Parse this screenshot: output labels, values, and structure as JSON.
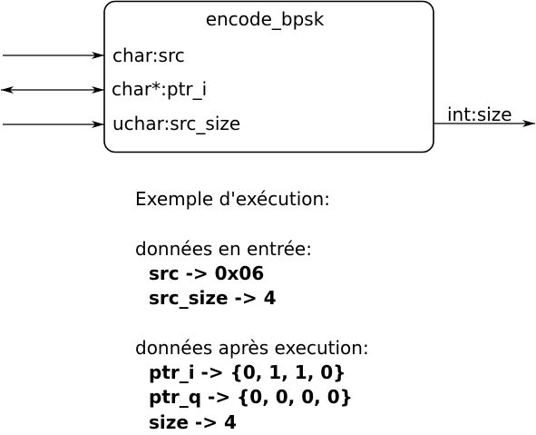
{
  "block": {
    "title": "encode_bpsk",
    "inputs": [
      {
        "label": "char:src",
        "direction": "in"
      },
      {
        "label": "char*:ptr_i",
        "direction": "inout"
      },
      {
        "label": "uchar:src_size",
        "direction": "in"
      }
    ],
    "outputs": [
      {
        "label": "int:size",
        "direction": "out"
      }
    ]
  },
  "example": {
    "heading": "Exemple d'exécution:",
    "inputs_heading": "données en entrée:",
    "inputs": [
      "src -> 0x06",
      "src_size -> 4"
    ],
    "outputs_heading": "données après execution:",
    "outputs": [
      "ptr_i -> {0, 1, 1, 0}",
      "ptr_q -> {0, 0, 0, 0}",
      "size -> 4"
    ]
  }
}
